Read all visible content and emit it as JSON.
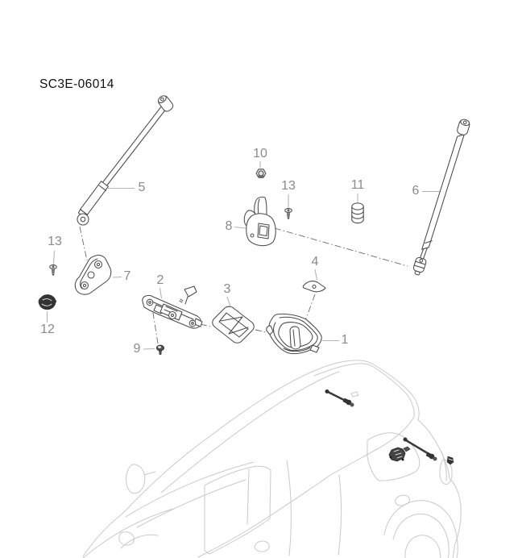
{
  "diagram": {
    "title": "SC3E-06014",
    "callouts": {
      "c1": "1",
      "c2": "2",
      "c3": "3",
      "c4": "4",
      "c5": "5",
      "c6": "6",
      "c7": "7",
      "c8": "8",
      "c9": "9",
      "c10": "10",
      "c11": "11",
      "c12": "12",
      "c13a": "13",
      "c13b": "13"
    },
    "colors": {
      "background": "#ffffff",
      "title_text": "#111111",
      "label_text": "#8a8a8a",
      "part_line": "#4a4a4a",
      "leader_line": "#b3b3b3",
      "car_line": "#c9c9c9",
      "dark_fill": "#333333"
    }
  }
}
